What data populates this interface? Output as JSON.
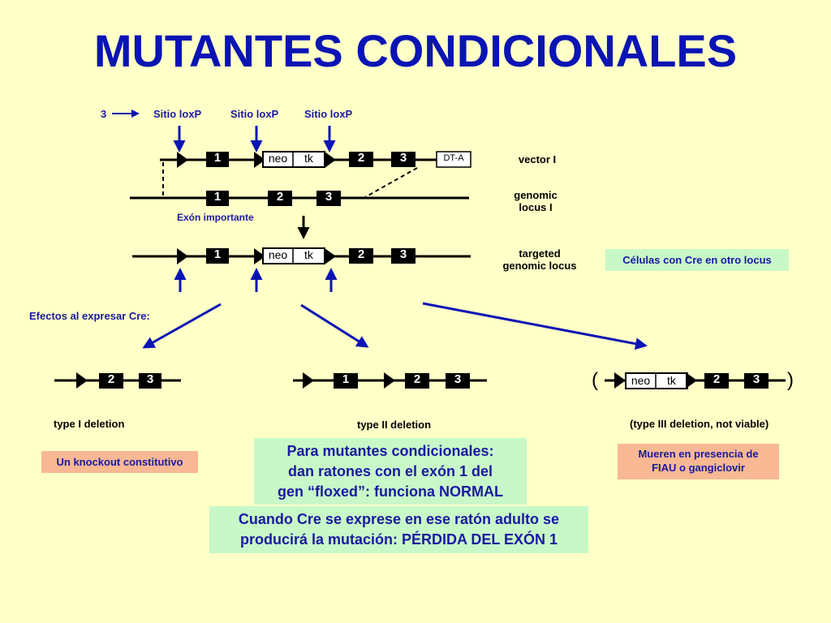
{
  "title": "MUTANTES CONDICIONALES",
  "top_labels": {
    "three": "3",
    "loxp_1": "Sitio loxP",
    "loxp_2": "Sitio loxP",
    "loxp_3": "Sitio loxP"
  },
  "rows": {
    "vector_label": "vector I",
    "genomic_label_1": "genomic",
    "genomic_label_2": "locus I",
    "targeted_label_1": "targeted",
    "targeted_label_2": "genomic locus"
  },
  "exon_label": "Exón importante",
  "effects_label": "Efectos al expresar Cre:",
  "box_labels": {
    "e1": "1",
    "e2": "2",
    "e3": "3",
    "neo": "neo",
    "tk": "tk",
    "dta": "DT-A"
  },
  "paren_left": "(",
  "paren_right": ")",
  "deletion_labels": {
    "type1": "type I deletion",
    "type2": "type II deletion",
    "type3": "(type III deletion, not viable)"
  },
  "boxes": {
    "cre_other_locus": "Células con Cre en otro locus",
    "knockout": "Un knockout constitutivo",
    "fiau_1": "Mueren en presencia de",
    "fiau_2": "FIAU o gangiclovir",
    "floxed_1": "Para mutantes condicionales:",
    "floxed_2": "dan ratones con el exón 1 del",
    "floxed_3": "gen “floxed”: funciona NORMAL",
    "cre_adult_1": "Cuando Cre se exprese en ese ratón adulto se",
    "cre_adult_2": "producirá la mutación: PÉRDIDA DEL EXÓN 1"
  },
  "colors": {
    "background": "#ffffc8",
    "title": "#0a14b4",
    "arrow_blue": "#0a14b4",
    "salmon": "#f8b894",
    "green": "#c8f8c8",
    "text_blue": "#1a1aa0"
  }
}
